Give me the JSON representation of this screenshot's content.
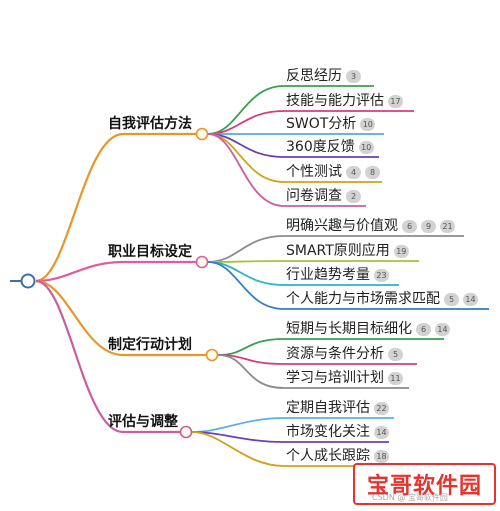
{
  "branches": [
    {
      "label": "自我评估方法",
      "color": "#e8962b",
      "children": [
        {
          "label": "反思经历",
          "badges": [
            "3"
          ],
          "color": "#37a04b"
        },
        {
          "label": "技能与能力评估",
          "badges": [
            "17"
          ],
          "color": "#d63c7b"
        },
        {
          "label": "SWOT分析",
          "badges": [
            "10"
          ],
          "color": "#55a8e0"
        },
        {
          "label": "360度反馈",
          "badges": [
            "10"
          ],
          "color": "#6c3fb5"
        },
        {
          "label": "个性测试",
          "badges": [
            "4",
            "8"
          ],
          "color": "#d4a017"
        },
        {
          "label": "问卷调查",
          "badges": [
            "2"
          ],
          "color": "#c85ea0"
        }
      ]
    },
    {
      "label": "职业目标设定",
      "color": "#e05aa6",
      "children": [
        {
          "label": "明确兴趣与价值观",
          "badges": [
            "6",
            "9",
            "21"
          ],
          "color": "#8b8b8b"
        },
        {
          "label": "SMART原则应用",
          "badges": [
            "19"
          ],
          "color": "#a8c23b"
        },
        {
          "label": "行业趋势考量",
          "badges": [
            "23"
          ],
          "color": "#2bb5c2"
        },
        {
          "label": "个人能力与市场需求匹配",
          "badges": [
            "5",
            "14"
          ],
          "color": "#2f7dc8"
        }
      ]
    },
    {
      "label": "制定行动计划",
      "color": "#e8962b",
      "children": [
        {
          "label": "短期与长期目标细化",
          "badges": [
            "6",
            "14"
          ],
          "color": "#37a04b"
        },
        {
          "label": "资源与条件分析",
          "badges": [
            "5"
          ],
          "color": "#d63c7b"
        },
        {
          "label": "学习与培训计划",
          "badges": [
            "11"
          ],
          "color": "#8b8b8b"
        }
      ]
    },
    {
      "label": "评估与调整",
      "color": "#c85ea0",
      "children": [
        {
          "label": "定期自我评估",
          "badges": [
            "22"
          ],
          "color": "#5bb0e3"
        },
        {
          "label": "市场变化关注",
          "badges": [
            "14"
          ],
          "color": "#6c3fb5"
        },
        {
          "label": "个人成长跟踪",
          "badges": [
            "18"
          ],
          "color": "#d4a017"
        }
      ]
    }
  ],
  "watermark": {
    "text": "宝哥软件园",
    "sub": "CSDN @ 宝哥软件园"
  }
}
